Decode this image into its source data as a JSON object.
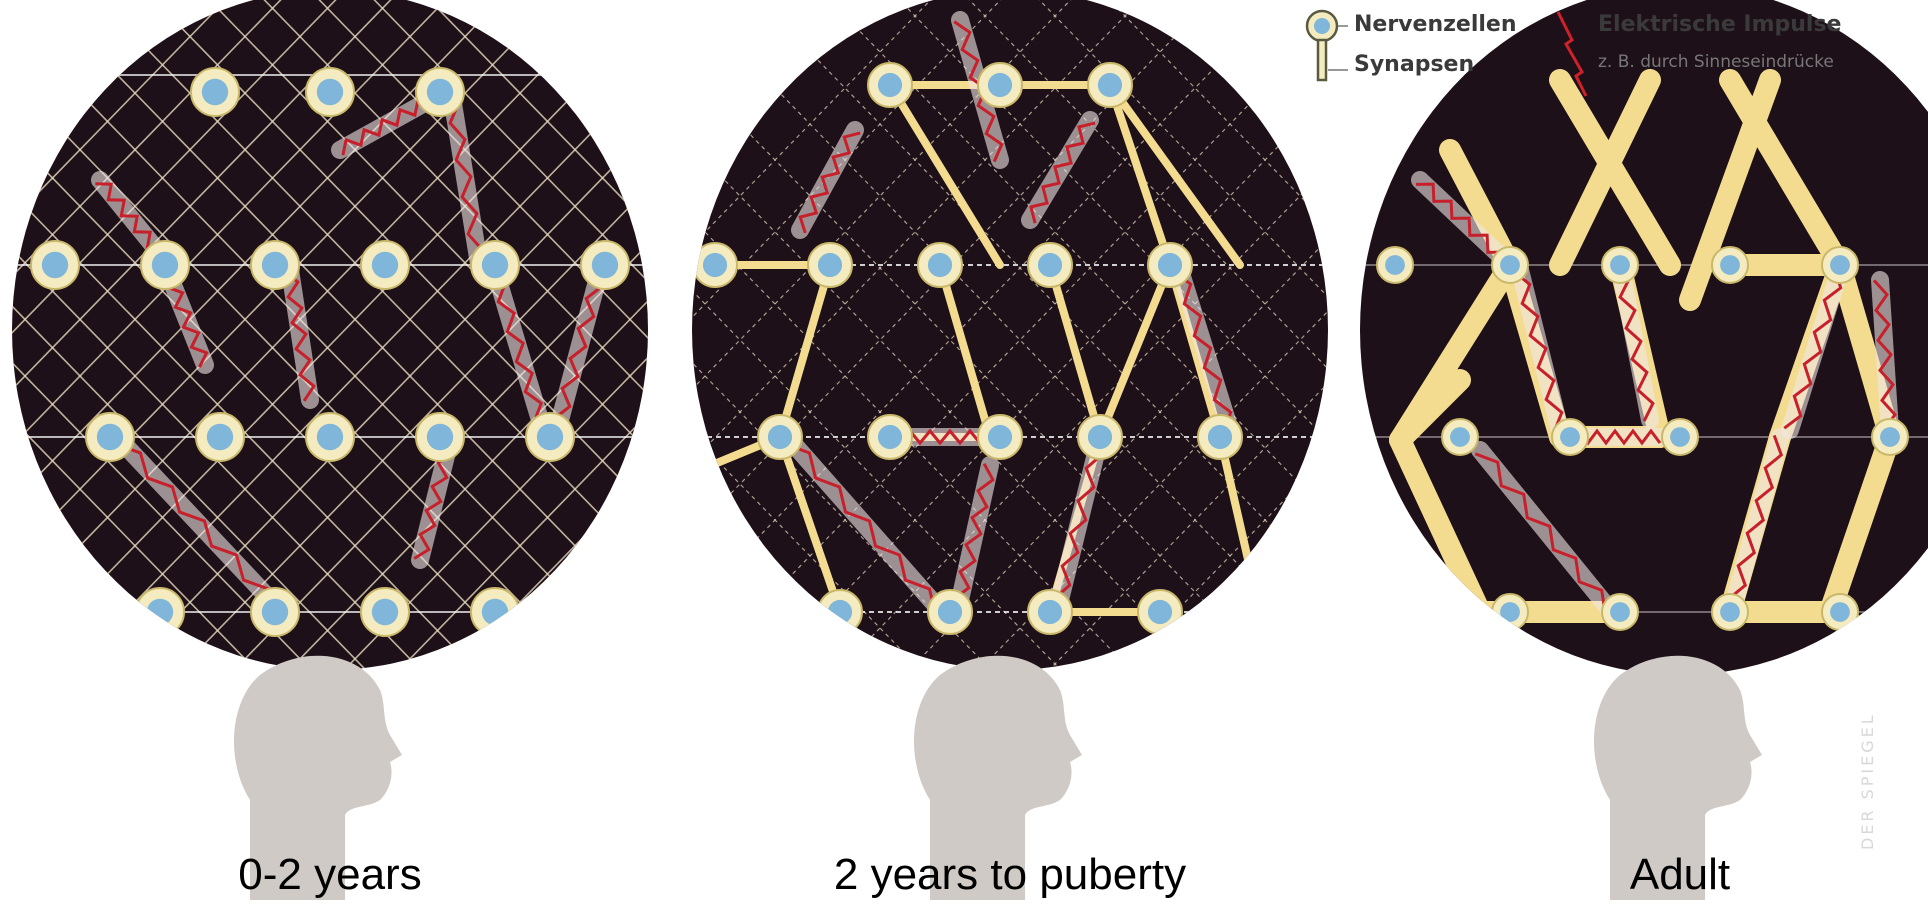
{
  "legend": {
    "neuron_label": "Nervenzellen",
    "synapse_label": "Synapsen",
    "impulse_title": "Elektrische Impulse",
    "impulse_subtitle": "z. B. durch Sinneseindrücke"
  },
  "stages": [
    {
      "label": "0-2 years"
    },
    {
      "label": "2 years to puberty"
    },
    {
      "label": "Adult"
    }
  ],
  "credit": "DER SPIEGEL",
  "colors": {
    "background_dark": "#1e1018",
    "synapse_yellow": "#f3dc8f",
    "thin_line": "#e8dcc0",
    "neuron_blue": "#7fb6d9",
    "neuron_ring": "#f4ecc0",
    "impulse_red": "#c8202a",
    "head_gray": "#cfcac6"
  }
}
